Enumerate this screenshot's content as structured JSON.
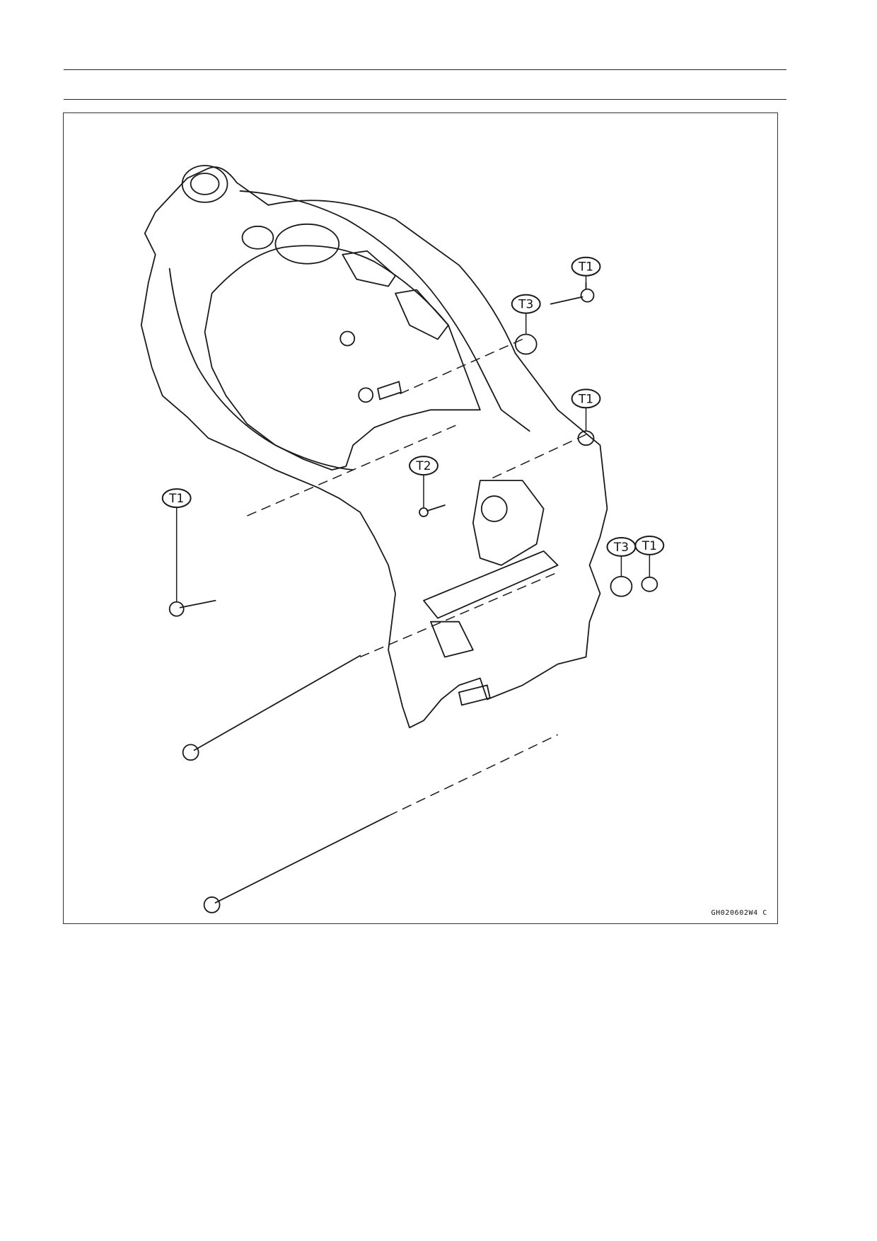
{
  "figure": {
    "figure_code": "GH020602W4 C",
    "callouts": [
      {
        "id": "t1-upper-right",
        "label": "T1"
      },
      {
        "id": "t3-upper",
        "label": "T3"
      },
      {
        "id": "t1-mid-right",
        "label": "T1"
      },
      {
        "id": "t2-center",
        "label": "T2"
      },
      {
        "id": "t1-left",
        "label": "T1"
      },
      {
        "id": "t3-lower",
        "label": "T3"
      },
      {
        "id": "t1-far-right",
        "label": "T1"
      }
    ]
  }
}
